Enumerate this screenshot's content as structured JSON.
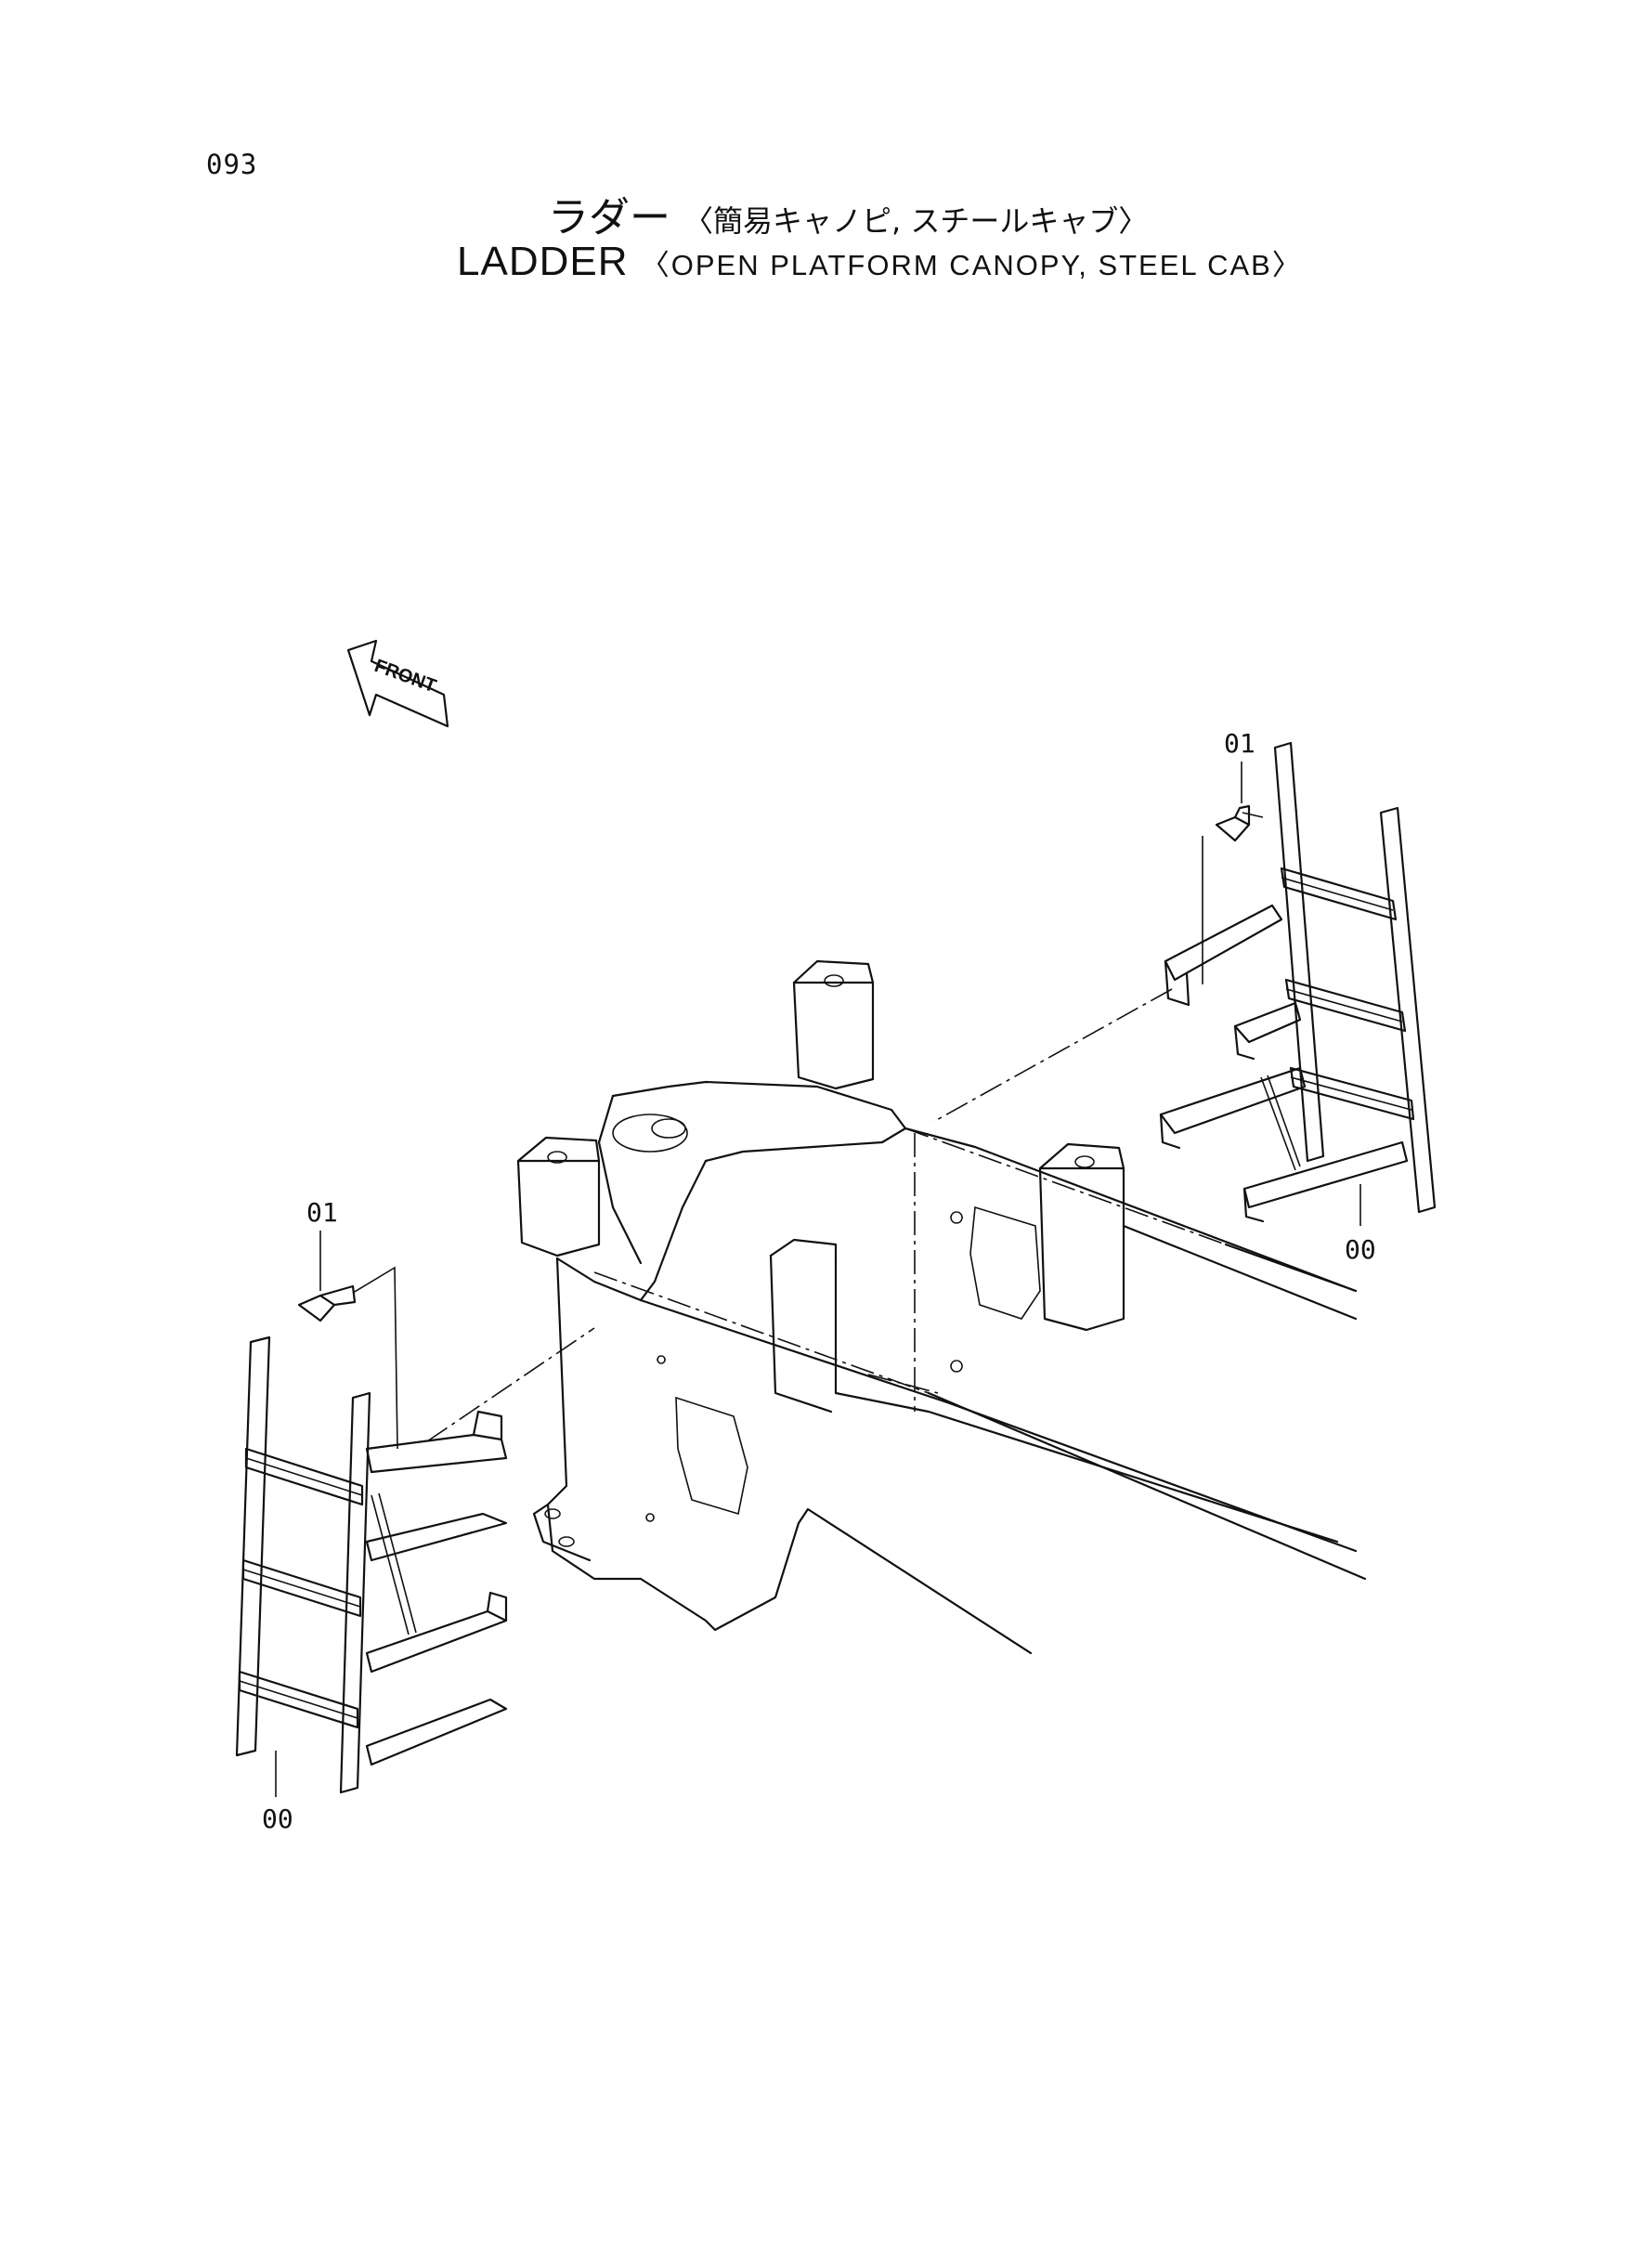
{
  "page_number": "093",
  "title_jp": {
    "main": "ラダー",
    "sub": "〈簡易キャノピ, スチールキャブ〉"
  },
  "title_en": {
    "main": "LADDER",
    "sub": "〈OPEN PLATFORM CANOPY, STEEL CAB〉"
  },
  "front_marker": "FRONT",
  "callouts": {
    "bolt_right": "01",
    "ladder_right": "00",
    "bolt_left": "01",
    "ladder_left": "00"
  }
}
